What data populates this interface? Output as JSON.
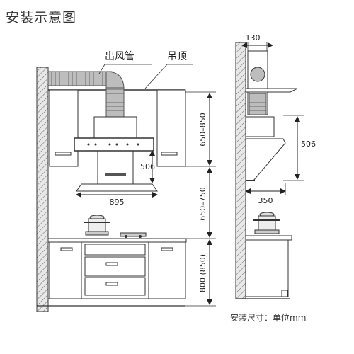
{
  "title": "安装示意图",
  "labels": {
    "duct": "出风管",
    "ceiling": "吊顶"
  },
  "dimensions": {
    "hood_height_range": "650–850",
    "hood_depth": "506",
    "hood_width": "895",
    "hob_to_hood": "650–750",
    "counter_height": "800 (850)",
    "duct_diameter": "130",
    "side_depth": "506",
    "side_width": "350"
  },
  "unit_note": "安装尺寸：单位mm"
}
